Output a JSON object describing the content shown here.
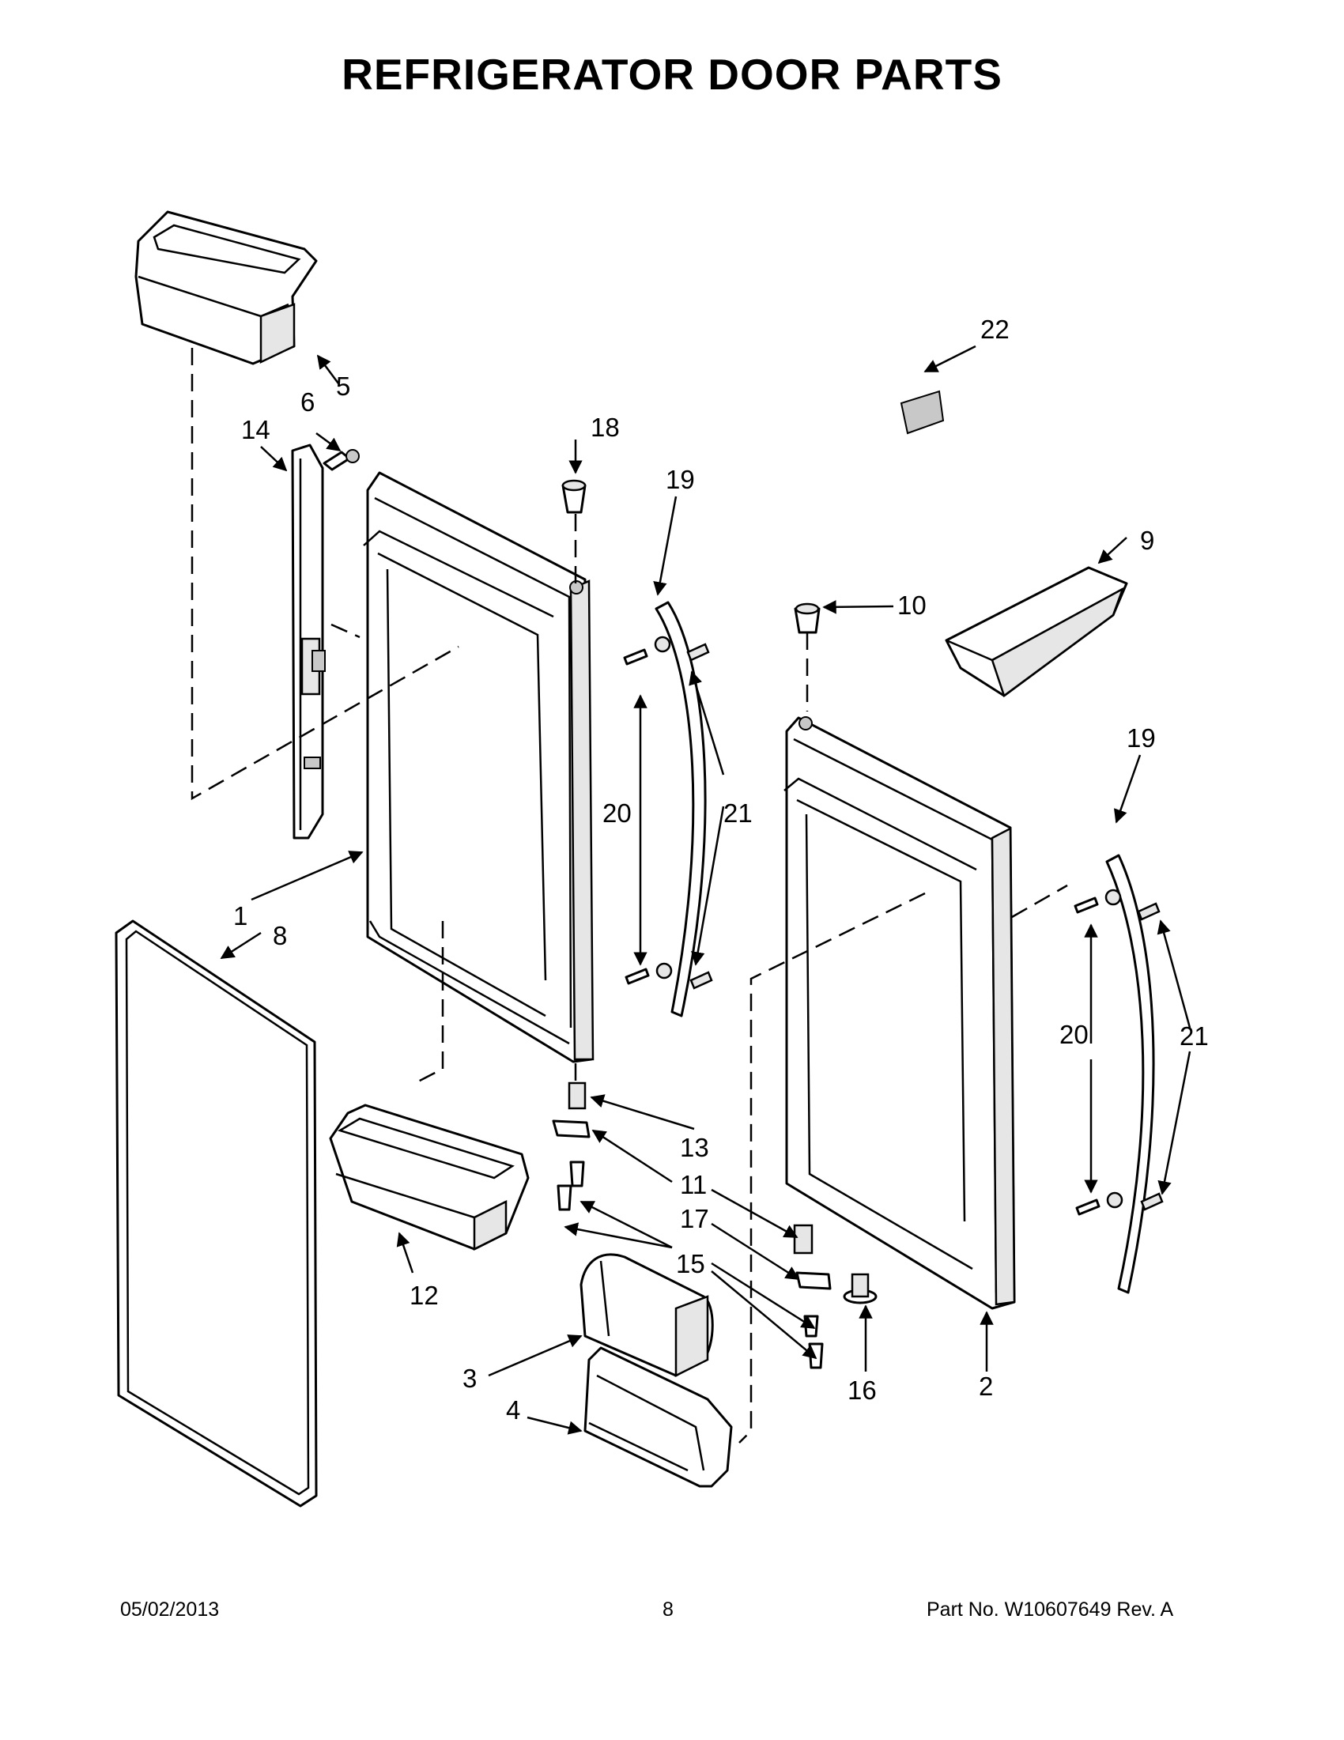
{
  "title": "REFRIGERATOR DOOR PARTS",
  "callouts": [
    "1",
    "2",
    "3",
    "4",
    "5",
    "6",
    "8",
    "9",
    "10",
    "11",
    "12",
    "13",
    "14",
    "15",
    "16",
    "17",
    "18",
    "19",
    "20",
    "21",
    "22"
  ],
  "footer": {
    "date": "05/02/2013",
    "page": "8",
    "part_no": "Part No.  W10607649  Rev.  A"
  }
}
